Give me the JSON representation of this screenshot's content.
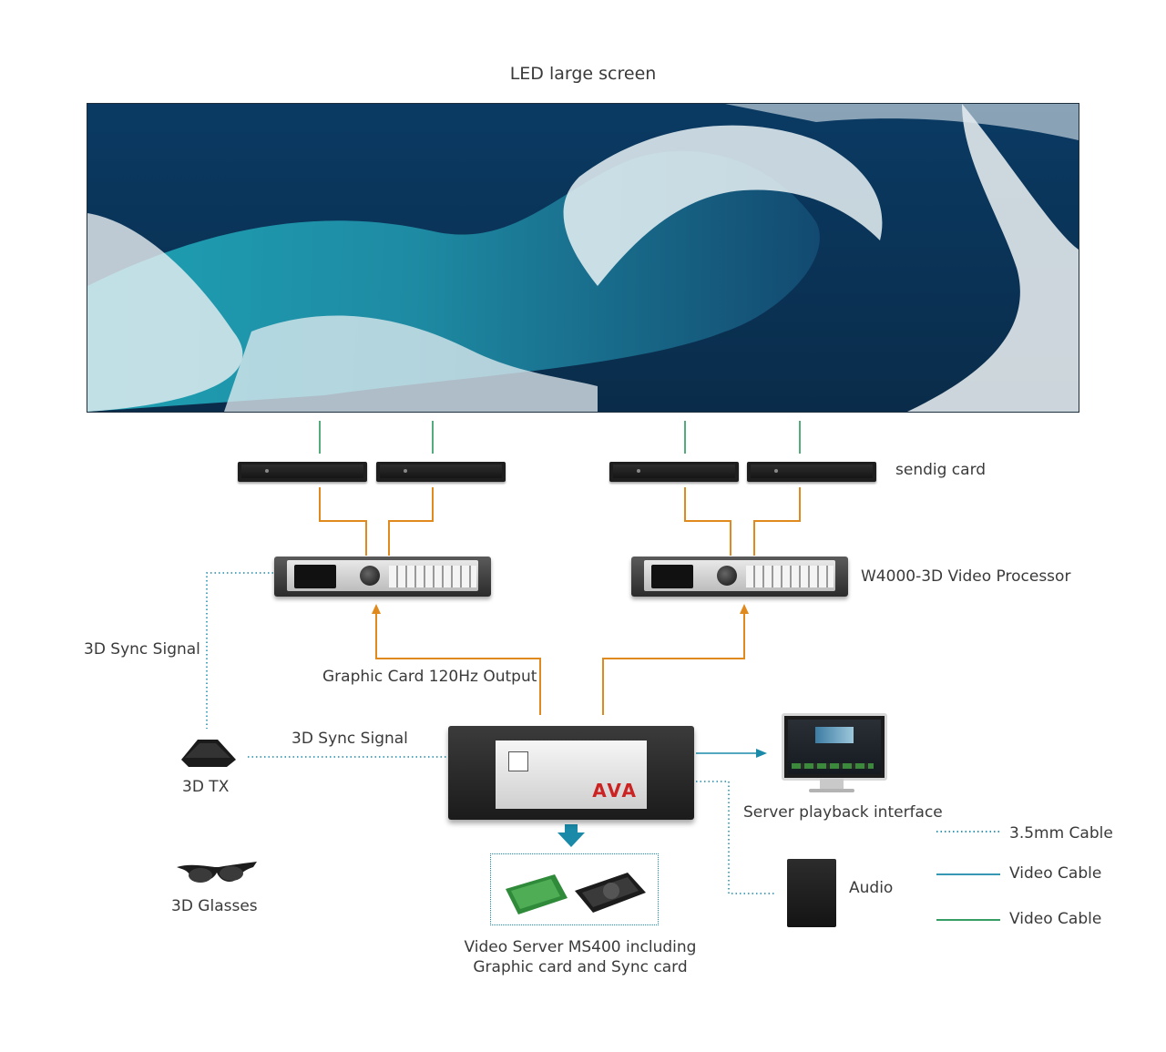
{
  "title": "LED large screen",
  "labels": {
    "sending_card": "sendig card",
    "video_processor": "W4000-3D Video Processor",
    "sync_signal_left": "3D Sync Signal",
    "sync_signal_mid": "3D Sync Signal",
    "graphic_output": "Graphic Card 120Hz Output",
    "tx": "3D TX",
    "glasses": "3D Glasses",
    "playback": "Server playback interface",
    "audio": "Audio",
    "server_line1": "Video Server MS400 including",
    "server_line2": "Graphic card and Sync card",
    "server_brand": "AVA"
  },
  "legend": [
    {
      "label": "3.5mm Cable",
      "style": "dotted",
      "color": "#1a8aa8"
    },
    {
      "label": "Video Cable",
      "style": "solid",
      "color": "#1a8aa8"
    },
    {
      "label": "Video Cable",
      "style": "solid",
      "color": "#1a8f4f"
    }
  ],
  "colors": {
    "orange_cable": "#e08a1e",
    "green_cable": "#1a8f4f",
    "blue_cable": "#1a8aa8"
  },
  "icons": [
    "led-wall-icon",
    "sending-card-icon",
    "video-processor-icon",
    "media-server-icon",
    "tx-icon",
    "glasses-icon",
    "monitor-icon",
    "speaker-icon",
    "graphics-card-icon",
    "sync-card-icon",
    "down-arrow-icon"
  ]
}
